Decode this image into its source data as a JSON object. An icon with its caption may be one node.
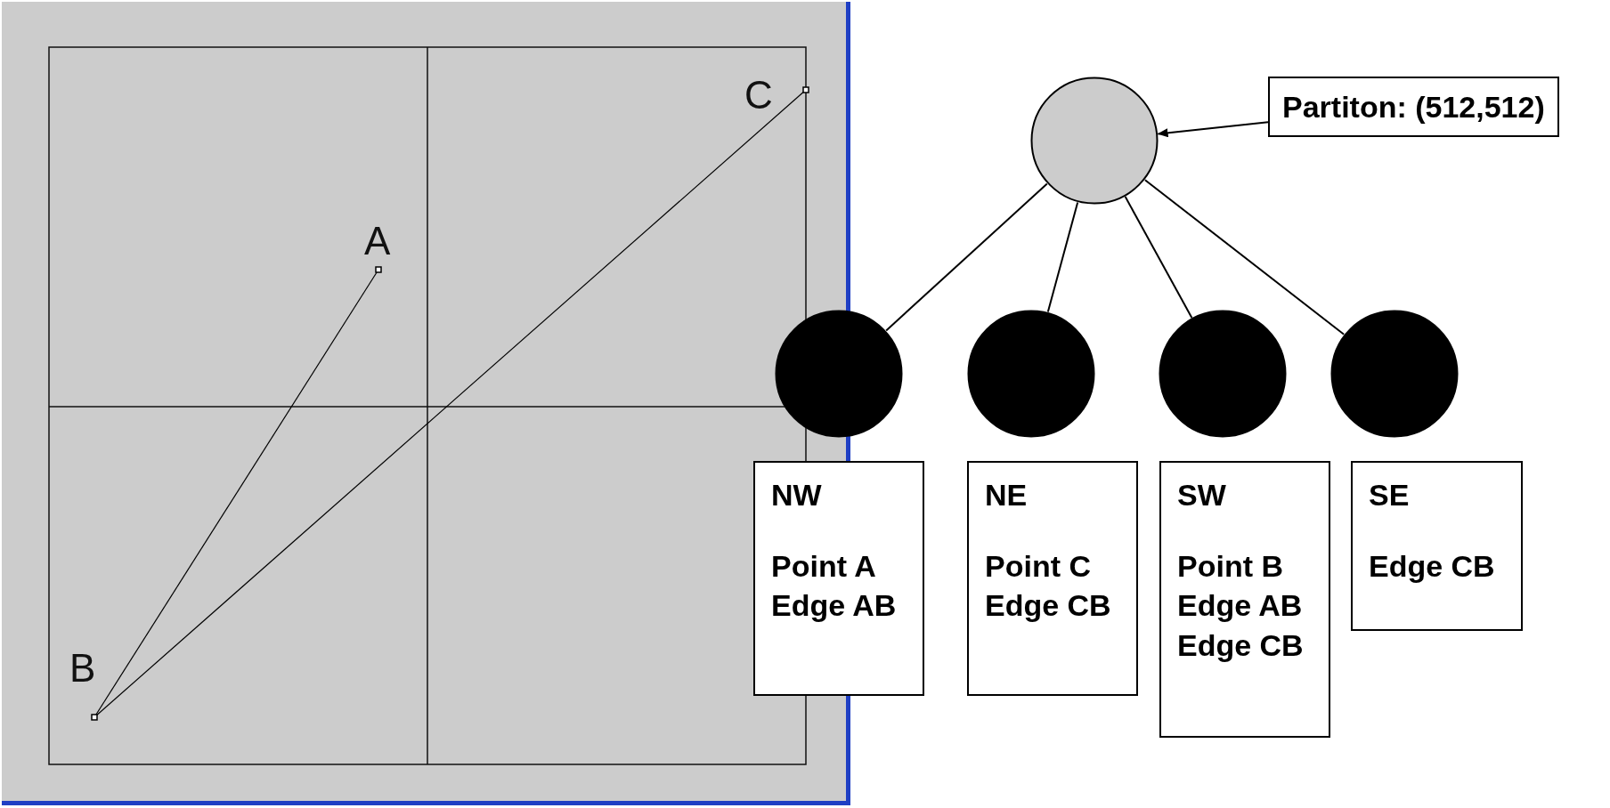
{
  "diagram": {
    "nodes": [
      {
        "text": [],
        "shape": "box"
      },
      {
        "text": [
          "C"
        ],
        "in": 0
      },
      {
        "text": [
          "A"
        ],
        "in": 0
      },
      {
        "text": [
          "B"
        ],
        "in": 0
      },
      {
        "text": [],
        "shape": "circle"
      },
      {
        "text": [
          "Partiton: (512,512)"
        ]
      },
      {
        "text": [],
        "shape": "circle"
      },
      {
        "text": [],
        "shape": "circle"
      },
      {
        "text": [],
        "shape": "circle"
      },
      {
        "text": [],
        "shape": "circle"
      },
      {
        "text": [
          "NW",
          "Point A",
          "Edge AB"
        ]
      },
      {
        "text": [
          "NE",
          "Point C",
          "Edge CB"
        ]
      },
      {
        "text": [
          "SW",
          "Point B",
          "Edge AB",
          "Edge CB"
        ]
      },
      {
        "text": [
          "SE",
          "Edge CB"
        ]
      }
    ],
    "edges": [
      {
        "from": 2,
        "to": 3,
        "arrow": "none"
      },
      {
        "from": 1,
        "to": 3,
        "arrow": "none"
      },
      {
        "from": 5,
        "to": 4,
        "arrow": "to"
      },
      {
        "from": 4,
        "to": 6,
        "arrow": "none"
      },
      {
        "from": 4,
        "to": 7,
        "arrow": "none"
      },
      {
        "from": 4,
        "to": 8,
        "arrow": "none"
      },
      {
        "from": 4,
        "to": 9,
        "arrow": "none"
      }
    ]
  }
}
